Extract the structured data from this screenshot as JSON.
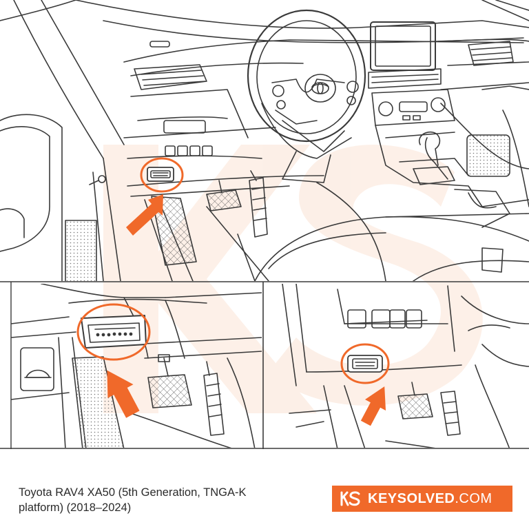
{
  "caption": {
    "line1": "Toyota RAV4 XA50 (5th Generation, TNGA-K",
    "line2": "platform) (2018–2024)"
  },
  "brand": {
    "name": "KEYSOLVED",
    "tld": ".COM",
    "logo_text": "KS",
    "color": "#f0692a"
  },
  "colors": {
    "line": "#3a3a3a",
    "accent": "#f0692a",
    "watermark": "#fbe3d5"
  },
  "icons": [
    "toyota-logo-icon",
    "obd-port-icon",
    "location-arrow-icon",
    "hood-release-icon"
  ]
}
